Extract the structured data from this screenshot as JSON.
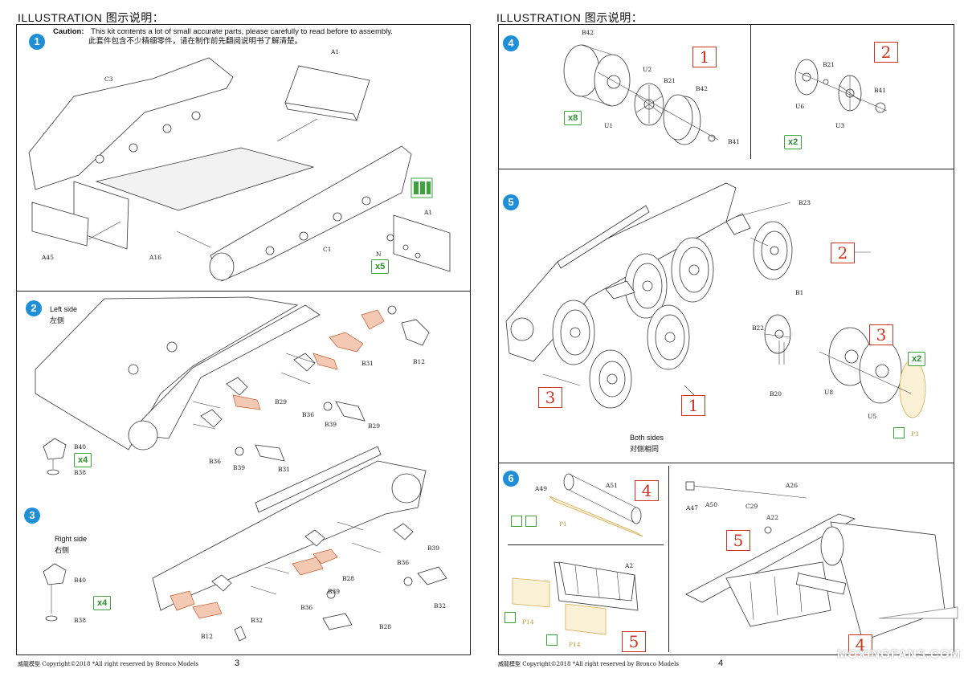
{
  "left_page": {
    "header": "ILLUSTRATION 图示说明：",
    "caution": {
      "label": "Caution:",
      "en": "This kit contents a lot of small accurate parts, please carefully to read before to assembly.",
      "zh": "此套件包含不少精细零件，请在制作前先翻阅说明书了解清楚。"
    },
    "steps": [
      {
        "number": "1",
        "parts": [
          "C3",
          "A1",
          "A45",
          "A16",
          "C1",
          "A1",
          "N"
        ],
        "multiplier": "x5"
      },
      {
        "number": "2",
        "title_en": "Left side",
        "title_zh": "左侧",
        "parts": [
          "B40",
          "B38",
          "B31",
          "B12",
          "B29",
          "B36",
          "B39",
          "B29",
          "B36",
          "B39",
          "B31"
        ],
        "multiplier": "x4"
      },
      {
        "number": "3",
        "title_en": "Right side",
        "title_zh": "右侧",
        "parts": [
          "B40",
          "B38",
          "B39",
          "B36",
          "B28",
          "B32",
          "B39",
          "B36",
          "B28",
          "B12",
          "B32"
        ],
        "multiplier": "x4"
      }
    ],
    "footer": "威龍模型  Copyright©2018  *All right reserved by Bronco Models",
    "page_number": "3"
  },
  "right_page": {
    "header": "ILLUSTRATION 图示说明：",
    "steps": [
      {
        "number": "4",
        "parts": [
          "B42",
          "U2",
          "B21",
          "B42",
          "U1",
          "B41",
          "B21",
          "U6",
          "U3",
          "B41"
        ],
        "multiplier_a": "x8",
        "multiplier_b": "x2",
        "box_a": "1",
        "box_b": "2"
      },
      {
        "number": "5",
        "parts": [
          "B23",
          "B1",
          "B22",
          "B20",
          "U8",
          "U5",
          "P3"
        ],
        "boxes": [
          "2",
          "3",
          "3",
          "1"
        ],
        "multiplier": "x2",
        "caption_en": "Both sides",
        "caption_zh": "对侧相同"
      },
      {
        "number": "6",
        "parts": [
          "A49",
          "A51",
          "P1",
          "A2",
          "P14",
          "P14",
          "A47",
          "A50",
          "C29",
          "A26",
          "A22"
        ],
        "boxes": [
          "4",
          "5",
          "5",
          "4"
        ]
      }
    ],
    "footer": "威龍模型  Copyright©2018  *All right reserved by Bronco Models",
    "page_number": "4"
  },
  "watermark": "MOXINGFANS.COM",
  "colors": {
    "step_badge": "#1e8fd6",
    "multiplier": "#3aa53a",
    "red_box": "#d2341f",
    "photoetch": "#d7aa4f"
  }
}
